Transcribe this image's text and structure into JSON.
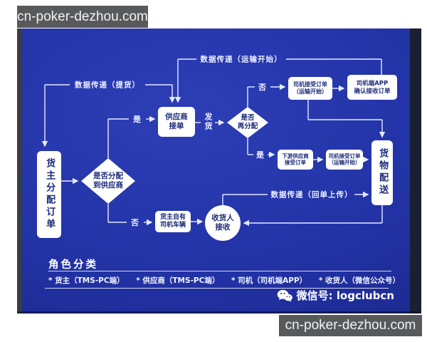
{
  "watermarks": {
    "top": "cn-poker-dezhou.com",
    "bottom": "cn-poker-dezhou.com"
  },
  "flowchart": {
    "nodes": {
      "shipper_order": "货主分配订单",
      "assign_to_supplier": "是否分配\n到供应商",
      "supplier_accept": "供应商\n接单",
      "redistribute": "是否\n再分配",
      "driver_accept_top": "司机接受订单\n（运输开始）",
      "driver_app_confirm": "司机端APP\n确认接收订单",
      "downstream_supplier": "下游供应商\n接受订单",
      "driver_accept_mid": "司机接受订单\n（运输开始）",
      "goods_delivery": "货物配送",
      "own_driver": "货主自有\n司机车辆",
      "consignee_receive": "收货人\n接收"
    },
    "labels": {
      "data_pickup": "数据传递（提货）",
      "data_transport_start": "数据传递（运输开始）",
      "data_receipt_upload": "数据传递（回单上传）",
      "ship_goods": "发货",
      "yes_assign": "是",
      "no_assign": "否",
      "yes_redistribute": "是",
      "no_redistribute": "否"
    }
  },
  "legend": {
    "title": "角色分类",
    "items": [
      "* 货主（TMS-PC端）",
      "* 供应商（TMS-PC端）",
      "* 司机（司机端APP）",
      "* 收货人（微信公众号）"
    ]
  },
  "footer": {
    "wechat_id": "微信号: logclubcn"
  },
  "colors": {
    "slide_blue": "#2233a6",
    "box_text": "#1d2b7a",
    "line": "#e6eaff",
    "watermark_bg": "#58595b"
  }
}
